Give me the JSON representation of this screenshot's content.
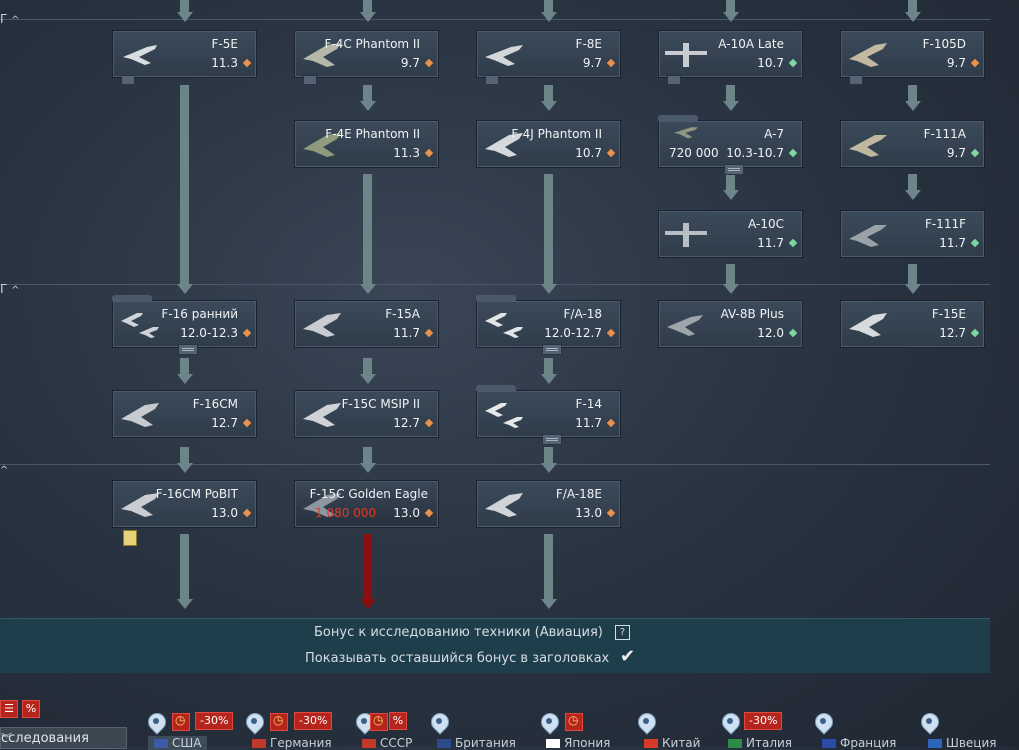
{
  "rank_labels": [
    {
      "text": "Г",
      "chevron": "^"
    },
    {
      "text": "Г",
      "chevron": "^"
    },
    {
      "text": "",
      "chevron": "^"
    }
  ],
  "vehicles": {
    "f5e": {
      "name": "F-5E",
      "br": "11.3",
      "mode": "orange"
    },
    "f4c": {
      "name": "F-4C Phantom II",
      "br": "9.7",
      "mode": "orange"
    },
    "f8e": {
      "name": "F-8E",
      "br": "9.7",
      "mode": "orange"
    },
    "a10a": {
      "name": "A-10A Late",
      "br": "10.7",
      "mode": "green"
    },
    "f105d": {
      "name": "F-105D",
      "br": "9.7",
      "mode": "orange"
    },
    "f4e": {
      "name": "F-4E Phantom II",
      "br": "11.3",
      "mode": "orange"
    },
    "f4j": {
      "name": "F-4J Phantom II",
      "br": "10.7",
      "mode": "orange"
    },
    "a7": {
      "name": "A-7",
      "br": "10.3-10.7",
      "cost": "720 000",
      "mode": "green"
    },
    "f111a": {
      "name": "F-111A",
      "br": "9.7",
      "mode": "green"
    },
    "a10c": {
      "name": "A-10C",
      "br": "11.7",
      "mode": "green"
    },
    "f111f": {
      "name": "F-111F",
      "br": "11.7",
      "mode": "green"
    },
    "f16early": {
      "name": "F-16 ранний",
      "br": "12.0-12.3",
      "mode": "orange"
    },
    "f15a": {
      "name": "F-15A",
      "br": "11.7",
      "mode": "orange"
    },
    "fa18": {
      "name": "F/A-18",
      "br": "12.0-12.7",
      "mode": "orange"
    },
    "av8b": {
      "name": "AV-8B Plus",
      "br": "12.0",
      "mode": "green"
    },
    "f15e": {
      "name": "F-15E",
      "br": "12.7",
      "mode": "green"
    },
    "f16cm": {
      "name": "F-16CM",
      "br": "12.7",
      "mode": "orange"
    },
    "f15c": {
      "name": "F-15C MSIP II",
      "br": "12.7",
      "mode": "orange"
    },
    "f14": {
      "name": "F-14",
      "br": "11.7",
      "mode": "orange"
    },
    "f16pobit": {
      "name": "F-16CM PoBIT",
      "br": "13.0",
      "mode": "orange"
    },
    "f15cge": {
      "name": "F-15C Golden Eagle",
      "br": "13.0",
      "cost": "1 080 000",
      "mode": "orange"
    },
    "fa18e": {
      "name": "F/A-18E",
      "br": "13.0",
      "mode": "orange"
    }
  },
  "bonus": {
    "title": "Бонус к исследованию техники (Авиация)",
    "help": "?",
    "toggle_label": "Показывать оставшийся бонус в заголовках",
    "toggle_checked": true
  },
  "bottom": {
    "research_tab": "сследования",
    "discount": "-30%",
    "percent_badge": "%",
    "nations": [
      {
        "name": "США",
        "active": true,
        "color": "#3c5aa8"
      },
      {
        "name": "Германия",
        "color": "#c0392b"
      },
      {
        "name": "СССР",
        "color": "#c0392b"
      },
      {
        "name": "Британия",
        "color": "#2c4a8c"
      },
      {
        "name": "Япония",
        "color": "#ffffff"
      },
      {
        "name": "Китай",
        "color": "#d63a2a"
      },
      {
        "name": "Италия",
        "color": "#2e8b47"
      },
      {
        "name": "Франция",
        "color": "#2c4aa8"
      },
      {
        "name": "Швеция",
        "color": "#2b66b8"
      }
    ]
  }
}
